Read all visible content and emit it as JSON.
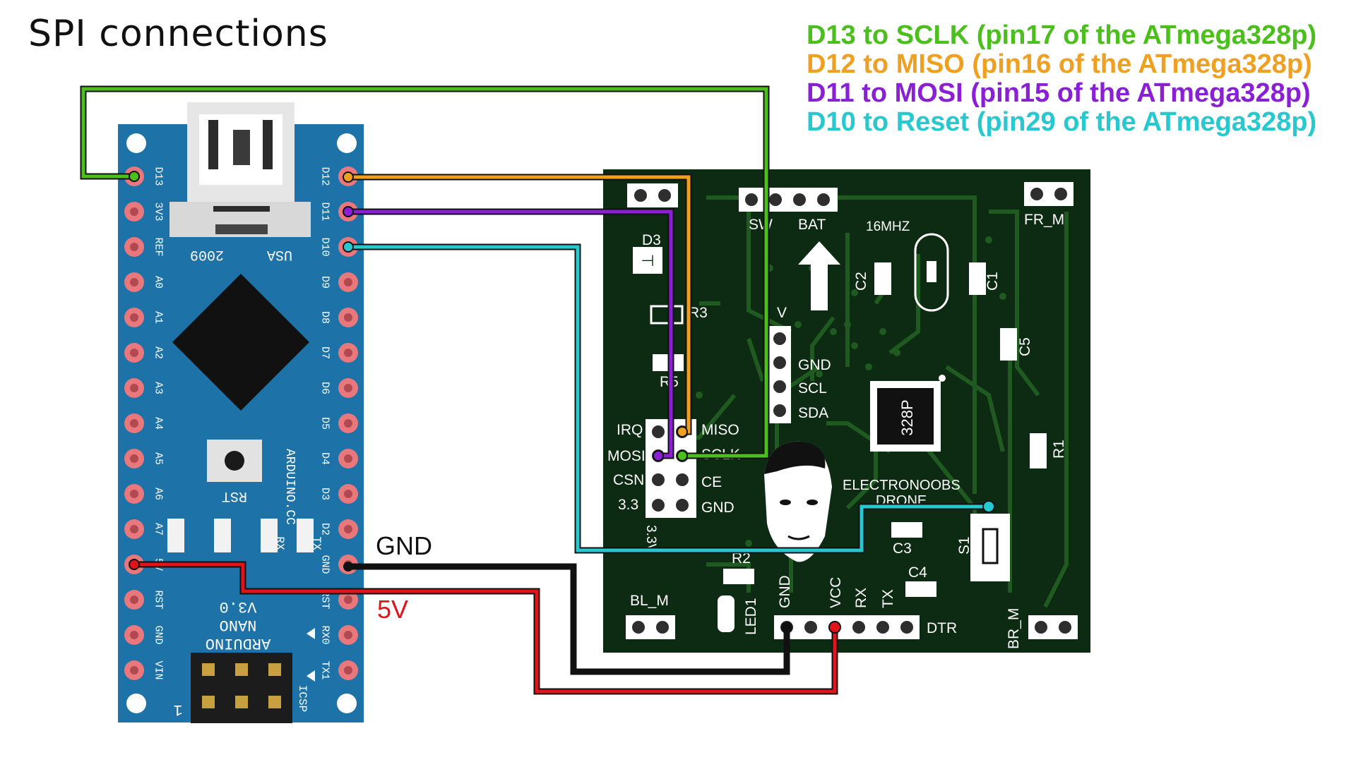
{
  "title": "SPI connections",
  "legend": [
    {
      "text": "D13  to  SCLK (pin17 of the ATmega328p)",
      "color": "#4bbf1c"
    },
    {
      "text": "D12  to  MISO (pin16 of the ATmega328p)",
      "color": "#f0a020"
    },
    {
      "text": "D11  to  MOSI (pin15 of the ATmega328p)",
      "color": "#8a1fd6"
    },
    {
      "text": "D10  to  Reset (pin29 of the ATmega328p)",
      "color": "#27c8d0"
    }
  ],
  "wire_labels": {
    "gnd": "GND",
    "v5": "5V"
  },
  "colors": {
    "sclk": "#4bbf1c",
    "miso": "#f0a020",
    "mosi": "#8a1fd6",
    "reset": "#27c8d0",
    "gnd": "#111111",
    "vcc": "#e0141a",
    "nano_board": "#1d73a8",
    "pcb": "#0d2a12",
    "pcb_trace": "#1f5a20"
  },
  "nano": {
    "left_pins": [
      "D13",
      "3V3",
      "REF",
      "A0",
      "A1",
      "A2",
      "A3",
      "A4",
      "A5",
      "A6",
      "A7",
      "5V",
      "RST",
      "GND",
      "VIN"
    ],
    "right_pins": [
      "D12",
      "D11",
      "D10",
      "D9",
      "D8",
      "D7",
      "D6",
      "D5",
      "D4",
      "D3",
      "D2",
      "GND",
      "RST",
      "RX0",
      "TX1"
    ],
    "usb_labels": [
      "2009",
      "USA"
    ],
    "rst_label": "RST",
    "brand": "ARDUINO.CC",
    "model_lines": [
      "V3.0",
      "NANO",
      "ARDUINO"
    ],
    "led_labels": [
      "RX",
      "TX"
    ],
    "icsp": "ICSP",
    "icsp_num": "1"
  },
  "pcb": {
    "labels": {
      "sw": "SW",
      "bat": "BAT",
      "fr_m": "FR_M",
      "mhz": "16MHZ",
      "d3": "D3",
      "c1": "C1",
      "c2": "C2",
      "c3": "C3",
      "c4": "C4",
      "c5": "C5",
      "r1": "R1",
      "r2": "R2",
      "r3": "R3",
      "r5": "R5",
      "v": "V",
      "gnd": "GND",
      "scl": "SCL",
      "sda": "SDA",
      "irq": "IRQ",
      "miso": "MISO",
      "mosi": "MOSI",
      "sclk": "SCLK",
      "csn": "CSN",
      "ce": "CE",
      "v33": "3.3",
      "gnd2": "GND",
      "v33b": "3.3V",
      "chip": "328P",
      "brand1": "ELECTRONOOBS",
      "brand2": "DRONE",
      "s1": "S1",
      "bl_m": "BL_M",
      "br_m": "BR_M",
      "led1": "LED1",
      "h_gnd": "GND",
      "h_vcc": "VCC",
      "h_rx": "RX",
      "h_tx": "TX",
      "dtr": "DTR"
    }
  }
}
